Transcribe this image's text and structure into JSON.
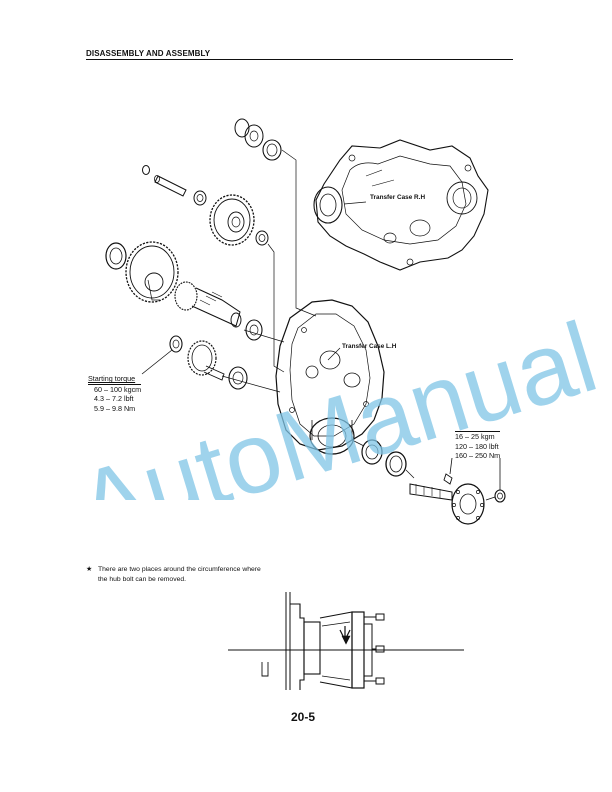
{
  "header": {
    "title": "DISASSEMBLY AND ASSEMBLY"
  },
  "labels": {
    "case_rh": "Transfer Case R.H",
    "case_lh": "Transfer Case L.H"
  },
  "torque_left": {
    "title": "Starting torque",
    "lines": [
      "60 – 100 kgcm",
      "4.3 – 7.2 lbft",
      "5.9 – 9.8 Nm"
    ]
  },
  "torque_right": {
    "lines": [
      "16 – 25 kgm",
      "120 – 180 lbft",
      "160 – 250 Nm"
    ]
  },
  "note": {
    "bullet": "★",
    "text_line1": "There are two places around the circumference where",
    "text_line2": "the hub bolt can be removed."
  },
  "watermark": {
    "text": "AutoManual",
    "color": "#7fc4e6"
  },
  "page_number": "20-5"
}
